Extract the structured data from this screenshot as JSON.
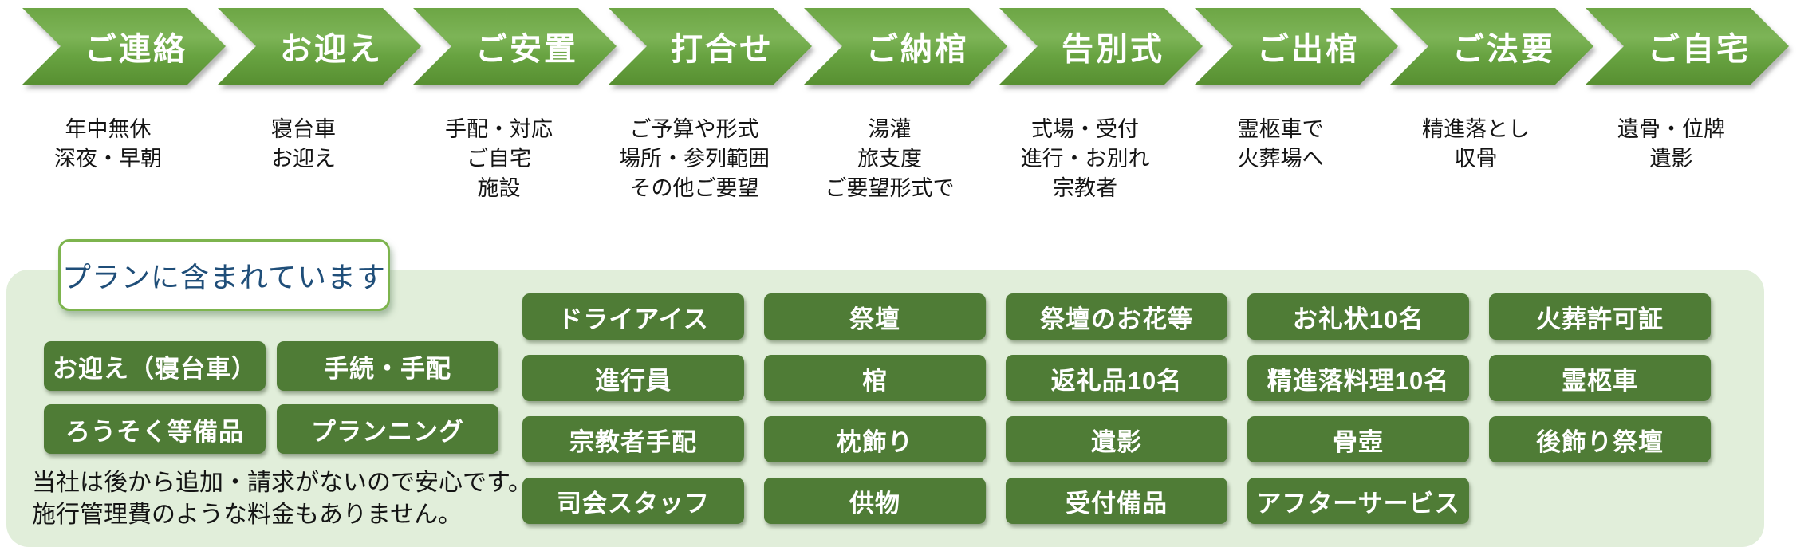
{
  "flow_steps": [
    {
      "label": "ご連絡",
      "description": [
        "年中無休",
        "深夜・早朝"
      ]
    },
    {
      "label": "お迎え",
      "description": [
        "寝台車",
        "お迎え"
      ]
    },
    {
      "label": "ご安置",
      "description": [
        "手配・対応",
        "ご自宅",
        "施設"
      ]
    },
    {
      "label": "打合せ",
      "description": [
        "ご予算や形式",
        "場所・参列範囲",
        "その他ご要望"
      ]
    },
    {
      "label": "ご納棺",
      "description": [
        "湯灌",
        "旅支度",
        "ご要望形式で"
      ]
    },
    {
      "label": "告別式",
      "description": [
        "式場・受付",
        "進行・お別れ",
        "宗教者"
      ]
    },
    {
      "label": "ご出棺",
      "description": [
        "霊柩車で",
        "火葬場へ"
      ]
    },
    {
      "label": "ご法要",
      "description": [
        "精進落とし",
        "収骨"
      ]
    },
    {
      "label": "ご自宅",
      "description": [
        "遺骨・位牌",
        "遺影"
      ]
    }
  ],
  "plan_panel": {
    "title": "プランに含まれています",
    "left_items": [
      [
        "お迎え（寝台車）",
        "手続・手配"
      ],
      [
        "ろうそく等備品",
        "プランニング"
      ]
    ],
    "note_lines": [
      "当社は後から追加・請求がないので安心です。",
      "施行管理費のような料金もありません。"
    ],
    "grid_columns": [
      [
        "ドライアイス",
        "進行員",
        "宗教者手配",
        "司会スタッフ"
      ],
      [
        "祭壇",
        "棺",
        "枕飾り",
        "供物"
      ],
      [
        "祭壇のお花等",
        "返礼品10名",
        "遺影",
        "受付備品"
      ],
      [
        "お礼状10名",
        "精進落料理10名",
        "骨壺",
        "アフターサービス"
      ],
      [
        "火葬許可証",
        "霊柩車",
        "後飾り祭壇"
      ]
    ]
  },
  "colors": {
    "arrow_green_top": "#7db457",
    "arrow_green_bottom": "#578f31",
    "badge_green": "#4f7c36",
    "panel_background": "#e1eeda",
    "label_border_green": "#7db44e",
    "label_text_blue": "#1f4e79",
    "text_black": "#141414",
    "white": "#ffffff"
  }
}
